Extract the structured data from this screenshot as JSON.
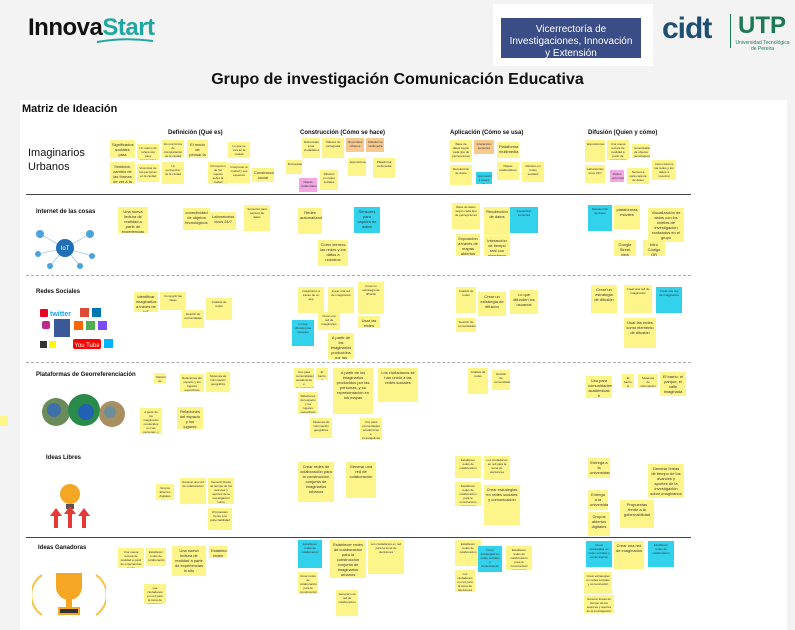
{
  "header": {
    "logo_part1": "Innova",
    "logo_part2": "Start",
    "vri_text": "Vicerrectoría de Investigaciones, Innovación y Extensión",
    "cidt_text": "cidt",
    "utp_text": "UTP",
    "utp_sub": "Universidad Tecnológica de Pereira",
    "page_title": "Grupo de investigación Comunicación Educativa"
  },
  "board": {
    "title": "Matriz de Ideación",
    "columns": [
      "Definición (Qué es)",
      "Construcción (Cómo se hace)",
      "Aplicación (Cómo se usa)",
      "Difusión (Quien y cómo)"
    ],
    "rows": [
      "Imaginarios Urbanos",
      "Internet de las cosas",
      "Redes Sociales",
      "Plataformas de Georreferenciación",
      "Ideas Libres",
      "Ideas Ganadoras"
    ],
    "social": {
      "twitter": "twitter",
      "youtube": "You Tube",
      "iot": "IoT"
    }
  },
  "notes": {
    "n1": "Significados sociales para habitantes de la ciudad",
    "n2": "Sentidos, cambio de las formas de ver a la ciudad",
    "n3": "Un marco de referencia para comprender los espacios",
    "n4": "Vivencias de las personas en la ciudad",
    "n5": "Es una forma de interpretación de la ciudad",
    "n6": "El modo de pensar la ciudad",
    "n7": "La percepción de la ciudad",
    "n8": "Percepción de los sujetos sobre la ciudad",
    "n9": "Lo que se vive en la ciudad",
    "n10": "Interpretar la ciudad y sus espacios",
    "n11": "Construcción social",
    "n12": "Encuestas",
    "n13": "Entrevistas a los ciudadanos",
    "n14": "Talleres de cartografía",
    "n15": "Recorridos urbanos",
    "n16": "Plataforma multimedia",
    "n17": "Mapas colaborativos",
    "n18": "Difusión en redes sociales",
    "n19": "Exposiciones",
    "n20": "Una nueva lectura de realidad a partir de experiencias in situ",
    "n21": "conectividad de objetos tecnológicos",
    "n22": "Laboratorios vivos 24/7",
    "n23": "Redes automatizadas",
    "n24": "Sensores para captura de datos",
    "n25": "Cómo leemos las redes y los datos a nosotros",
    "n26": "Base de datos según cada tipo de percepciones",
    "n27": "Recolección de datos",
    "n28": "Interacción sensores",
    "n29": "Exposición a través de mapas abiertos",
    "n30": "Interacción de tiempo real con algoritmos",
    "n31": "plataformas móviles",
    "n32": "Visualización de datos con los niveles de investigación realizados en el grupo",
    "n33": "Google Street view",
    "n34": "Intro Código QR",
    "n35": "Identificar imaginarios a través de IoT",
    "n36": "Compartir las ideas",
    "n37": "Gestión de comunidades",
    "n38": "Análisis de redes",
    "n39": "Imaginarios a través de un app",
    "n40": "Crear una red de imaginarios",
    "n41": "Crear una red de imaginarios",
    "n42": "Crear un estrategia de difusión",
    "n43": "Lo que difunden los usuarios",
    "n44": "Usar las redes como elemento de difusión",
    "n45": "A partir de los imaginarios producidos por las personas, y su representación en los mapas",
    "n46": "Los ciudadanos se han unido a las redes sociales",
    "n47": "Uso para comunidades académicas e investigativas",
    "n48": "El barrio, el parque, el calle imaginada",
    "n49": "Relaciones del espacio y los lugares específicos",
    "n50": "Sistemas de información geográfica",
    "n51": "Crear redes de colaboración para la construcción conjunta de imaginarios urbanos",
    "n52": "Generar una red de colaboración",
    "n53": "Generar líneas de tiempo de los avances y aportes de la investigación sobre imaginarios",
    "n54": "Entrega a la universidad",
    "n55": "Grupos abiertos digitales",
    "n56": "Propuestas frente a la gobernabilidad",
    "n57": "Establecer redes de colaboración",
    "n58": "Una nueva lectura de realidad a partir de experiencias in situ",
    "n59": "Establecer redes de colaboración para la construcción conjunta de imaginarios urbanos",
    "n60": "Los ciudadanos en red para la toma de decisiones",
    "n61": "Crear estrategias en redes sociales y comunicación"
  }
}
